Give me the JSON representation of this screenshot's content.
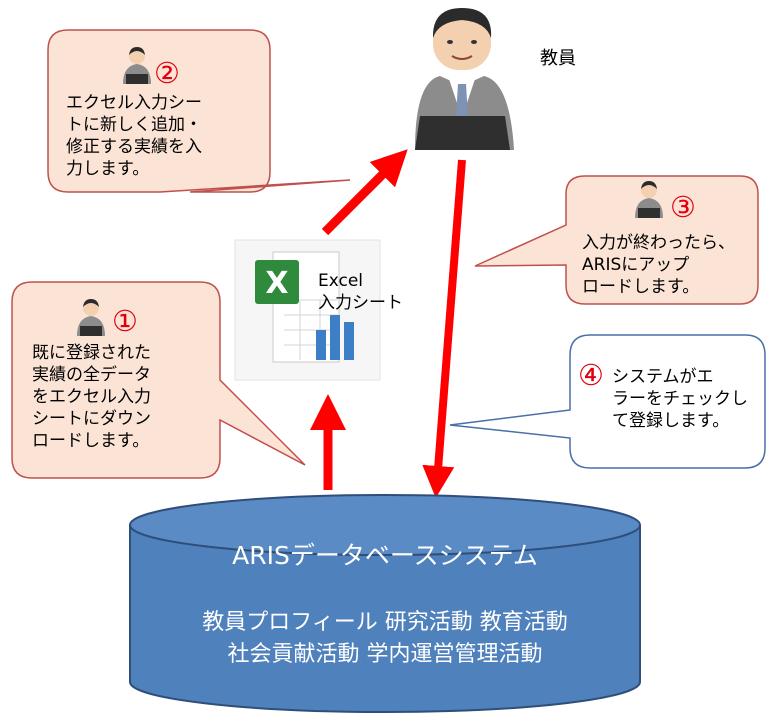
{
  "role_label": "教員",
  "excel": {
    "line1": "Excel",
    "line2": "入力シート"
  },
  "steps": [
    {
      "number": "②",
      "text": "エクセル入力シー\nトに新しく追加・\n修正する実績を入\n力します。"
    },
    {
      "number": "③",
      "text": "入力が終わったら、\nARISにアップ\nロードします。"
    },
    {
      "number": "①",
      "text": "既に登録された\n実績の全データ\nをエクセル入力\nシートにダウン\nロードします。"
    },
    {
      "number": "④",
      "text": "システムがエ\nラーをチェックし\nて登録します。"
    }
  ],
  "database": {
    "title": "ARISデータベースシステム",
    "line1": "教員プロフィール  研究活動  教育活動",
    "line2": "社会貢献活動  学内運営管理活動"
  },
  "colors": {
    "arrow": "#ff0000",
    "callout_fill": "#fbe4d6",
    "callout_border": "#c0504d",
    "info_border": "#4a6ea8",
    "db_fill": "#4f81bd",
    "db_border": "#2f4e7a",
    "number": "#e0000f"
  }
}
